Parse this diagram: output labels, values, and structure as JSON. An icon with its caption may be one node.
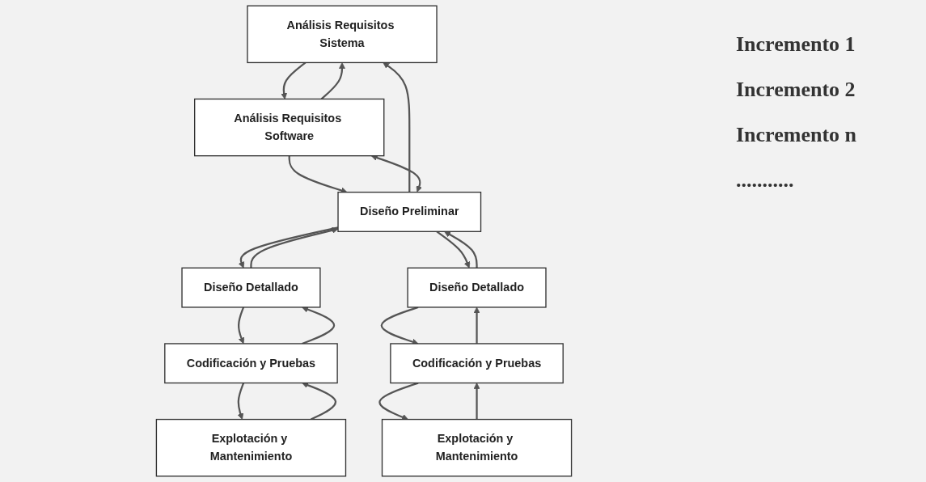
{
  "diagram": {
    "nodes": [
      {
        "text": [
          "Análisis Requisitos Sistema"
        ]
      },
      {
        "text": [
          "Análisis Requisitos Software"
        ]
      },
      {
        "text": [
          "Diseño Preliminar"
        ]
      },
      {
        "text": [
          "Diseño Detallado"
        ]
      },
      {
        "text": [
          "Codificación y Pruebas"
        ]
      },
      {
        "text": [
          "Explotación y Mantenimiento"
        ]
      },
      {
        "text": [
          "Diseño Detallado"
        ]
      },
      {
        "text": [
          "Codificación y Pruebas"
        ]
      },
      {
        "text": [
          "Explotación y Mantenimiento"
        ]
      }
    ],
    "edges": [
      {
        "from": 0,
        "to": 1,
        "arrow": "to"
      },
      {
        "from": 1,
        "to": 2,
        "arrow": "to"
      },
      {
        "from": 2,
        "to": 3,
        "arrow": "to"
      },
      {
        "from": 3,
        "to": 2,
        "arrow": "to"
      },
      {
        "from": 3,
        "to": 4,
        "arrow": "to"
      },
      {
        "from": 4,
        "to": 3,
        "arrow": "to"
      },
      {
        "from": 4,
        "to": 5,
        "arrow": "to"
      },
      {
        "from": 5,
        "to": 4,
        "arrow": "to"
      },
      {
        "from": 2,
        "to": 6,
        "arrow": "to"
      },
      {
        "from": 6,
        "to": 2,
        "arrow": "to"
      },
      {
        "from": 6,
        "to": 7,
        "arrow": "to"
      },
      {
        "from": 7,
        "to": 6,
        "arrow": "to"
      },
      {
        "from": 7,
        "to": 8,
        "arrow": "to"
      },
      {
        "from": 8,
        "to": 7,
        "arrow": "to"
      },
      {
        "from": 1,
        "to": 0,
        "arrow": "to"
      },
      {
        "from": 2,
        "to": 0,
        "arrow": "to"
      },
      {
        "from": 2,
        "to": 1,
        "arrow": "both"
      }
    ],
    "labels": [
      "Incremento 1",
      "Incremento 2",
      "Incremento n",
      "..........."
    ]
  }
}
